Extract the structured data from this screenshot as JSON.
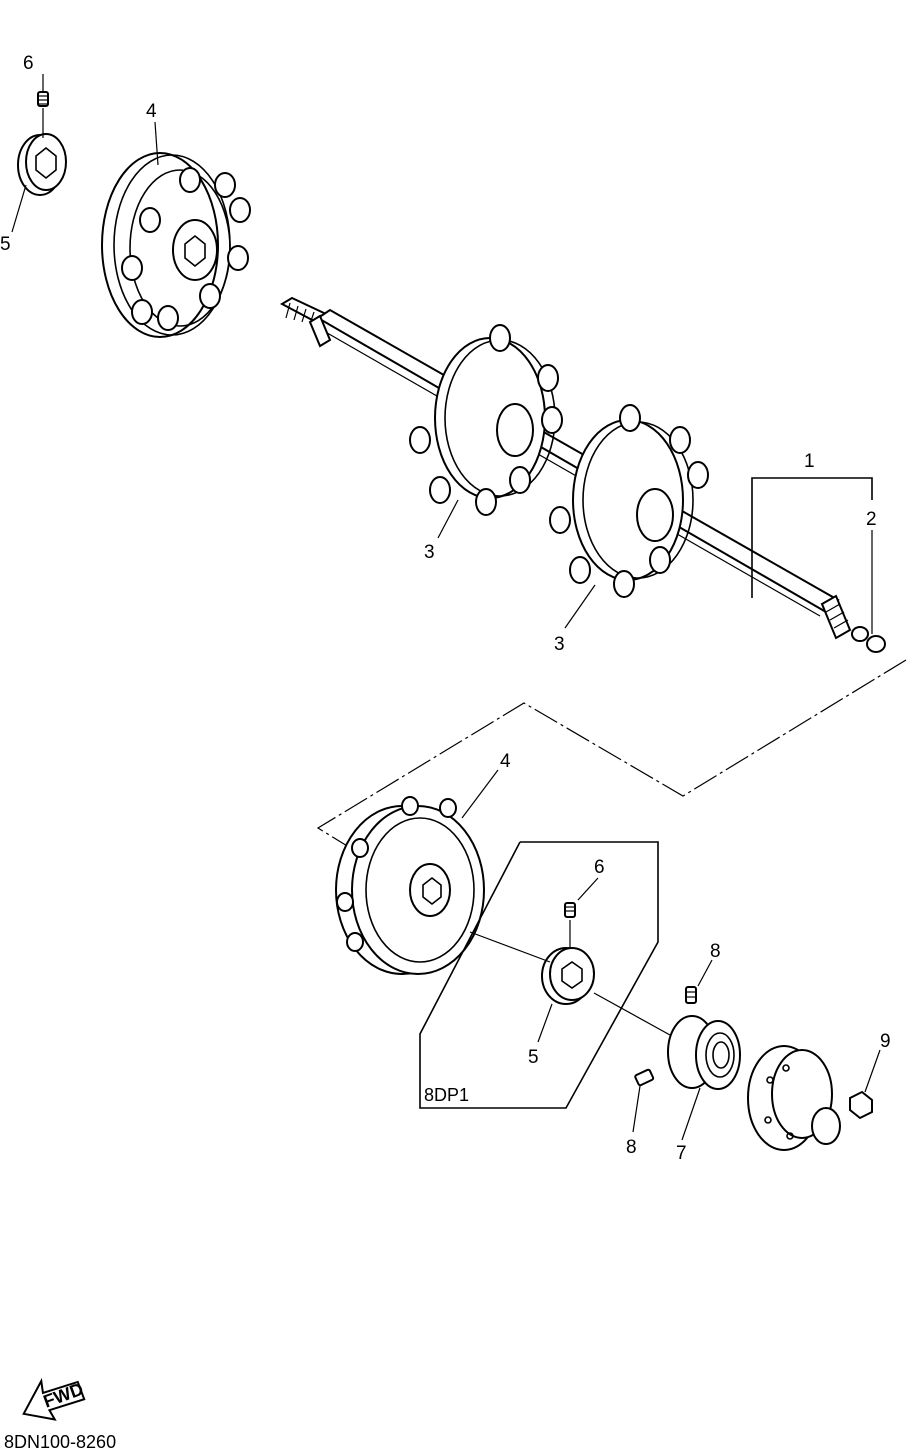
{
  "callouts": {
    "c1": "1",
    "c2": "2",
    "c3a": "3",
    "c3b": "3",
    "c4a": "4",
    "c4b": "4",
    "c5a": "5",
    "c5b": "5",
    "c6a": "6",
    "c6b": "6",
    "c7": "7",
    "c8a": "8",
    "c8b": "8",
    "c9": "9"
  },
  "group_label": "8DP1",
  "fwd_label": "FWD",
  "diagram_code": "8DN100-8260"
}
